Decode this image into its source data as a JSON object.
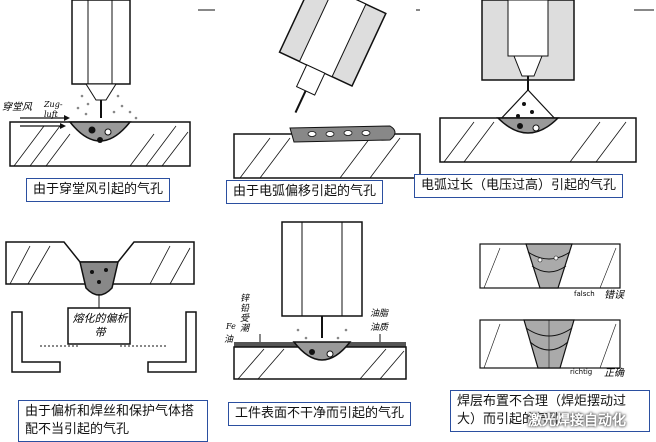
{
  "panels": [
    {
      "caption": "由于穿堂风引起的气孔",
      "labels": {
        "side": "穿堂风",
        "zug": "Zug-",
        "luft": "luft"
      }
    },
    {
      "caption": "由于电弧偏移引起的气孔"
    },
    {
      "caption": "电弧过长（电压过高）引起的气孔"
    },
    {
      "caption": "由于偏析和焊丝和保护气体搭配不当引起的气孔",
      "labels": {
        "box": "熔化的偏析带"
      }
    },
    {
      "caption": "工件表面不干净而引起的气孔",
      "labels": {
        "left1": "锌铅受潮",
        "left2": "Fe",
        "left3": "油",
        "right1": "油脂",
        "right2": "油质"
      }
    },
    {
      "caption": "焊层布置不合理（焊炬摆动过大）而引起的气孔",
      "labels": {
        "falsch": "falsch",
        "falsch_cn": "错误",
        "richtig": "richtig",
        "richtig_cn": "正确"
      }
    }
  ],
  "watermark": "激光焊接自动化"
}
